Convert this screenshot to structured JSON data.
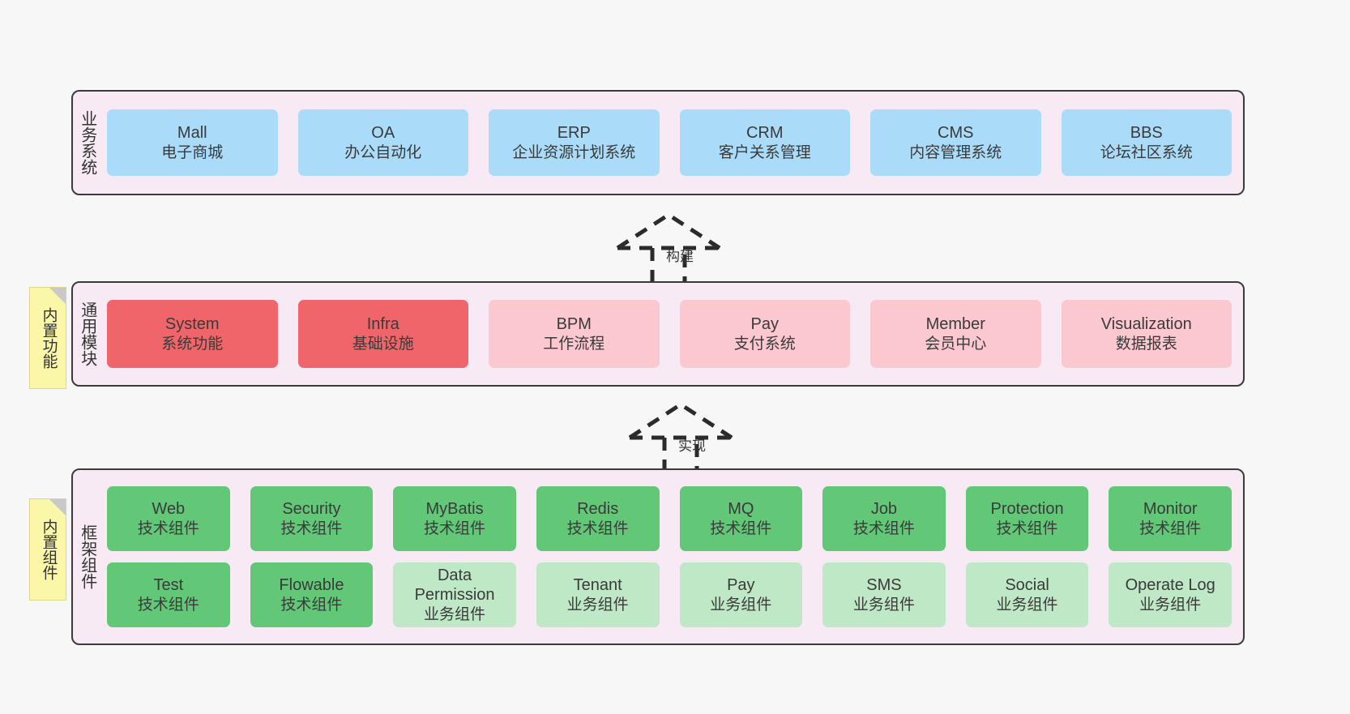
{
  "diagram": {
    "background_color": "#f7f7f7",
    "layer_bg_color": "#f8eaf4",
    "layer_border_color": "#3b3b3b",
    "note_color": "#fbf7a8",
    "colors": {
      "business": "#aadcfa",
      "module_strong": "#f0656a",
      "module_light": "#fbc8cf",
      "framework_tech": "#62c878",
      "framework_biz": "#bfe8c7"
    }
  },
  "layers": [
    {
      "id": "business-system",
      "title": "业务系统",
      "rows": [
        {
          "nodes": [
            {
              "name": "Mall",
              "desc": "电子商城",
              "color": "c-blue"
            },
            {
              "name": "OA",
              "desc": "办公自动化",
              "color": "c-blue"
            },
            {
              "name": "ERP",
              "desc": "企业资源计划系统",
              "color": "c-blue"
            },
            {
              "name": "CRM",
              "desc": "客户关系管理",
              "color": "c-blue"
            },
            {
              "name": "CMS",
              "desc": "内容管理系统",
              "color": "c-blue"
            },
            {
              "name": "BBS",
              "desc": "论坛社区系统",
              "color": "c-blue"
            }
          ]
        }
      ]
    },
    {
      "id": "common-module",
      "title": "通用模块",
      "note": "内置功能",
      "rows": [
        {
          "nodes": [
            {
              "name": "System",
              "desc": "系统功能",
              "color": "c-red"
            },
            {
              "name": "Infra",
              "desc": "基础设施",
              "color": "c-red"
            },
            {
              "name": "BPM",
              "desc": "工作流程",
              "color": "c-lightred"
            },
            {
              "name": "Pay",
              "desc": "支付系统",
              "color": "c-lightred"
            },
            {
              "name": "Member",
              "desc": "会员中心",
              "color": "c-lightred"
            },
            {
              "name": "Visualization",
              "desc": "数据报表",
              "color": "c-lightred"
            }
          ]
        }
      ]
    },
    {
      "id": "framework-component",
      "title": "框架组件",
      "note": "内置组件",
      "rows": [
        {
          "nodes": [
            {
              "name": "Web",
              "desc": "技术组件",
              "color": "c-green"
            },
            {
              "name": "Security",
              "desc": "技术组件",
              "color": "c-green"
            },
            {
              "name": "MyBatis",
              "desc": "技术组件",
              "color": "c-green"
            },
            {
              "name": "Redis",
              "desc": "技术组件",
              "color": "c-green"
            },
            {
              "name": "MQ",
              "desc": "技术组件",
              "color": "c-green"
            },
            {
              "name": "Job",
              "desc": "技术组件",
              "color": "c-green"
            },
            {
              "name": "Protection",
              "desc": "技术组件",
              "color": "c-green"
            },
            {
              "name": "Monitor",
              "desc": "技术组件",
              "color": "c-green"
            }
          ]
        },
        {
          "nodes": [
            {
              "name": "Test",
              "desc": "技术组件",
              "color": "c-green"
            },
            {
              "name": "Flowable",
              "desc": "技术组件",
              "color": "c-green"
            },
            {
              "name": "Data Permission",
              "desc": "业务组件",
              "color": "c-lightgreen"
            },
            {
              "name": "Tenant",
              "desc": "业务组件",
              "color": "c-lightgreen"
            },
            {
              "name": "Pay",
              "desc": "业务组件",
              "color": "c-lightgreen"
            },
            {
              "name": "SMS",
              "desc": "业务组件",
              "color": "c-lightgreen"
            },
            {
              "name": "Social",
              "desc": "业务组件",
              "color": "c-lightgreen"
            },
            {
              "name": "Operate Log",
              "desc": "业务组件",
              "color": "c-lightgreen"
            }
          ]
        }
      ]
    }
  ],
  "arrows": [
    {
      "id": "arrow-build",
      "label": "构建"
    },
    {
      "id": "arrow-implement",
      "label": "实现"
    }
  ]
}
